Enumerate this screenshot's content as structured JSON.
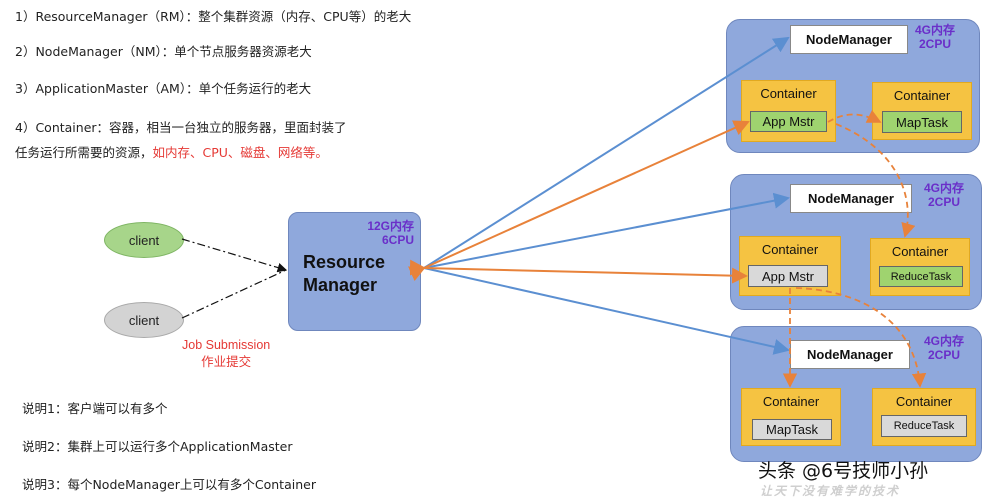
{
  "notes": {
    "n1": "1）ResourceManager（RM）：整个集群资源（内存、CPU等）的老大",
    "n2": "2）NodeManager（NM）：单个节点服务器资源老大",
    "n3": "3）ApplicationMaster（AM）：单个任务运行的老大",
    "n4_line1": "4）Container：容器，相当一台独立的服务器，里面封装了",
    "n4_line2a": "任务运行所需要的资源，",
    "n4_line2b": "如内存、CPU、磁盘、网络等。"
  },
  "explanations": {
    "e1": "说明1：客户端可以有多个",
    "e2": "说明2：集群上可以运行多个ApplicationMaster",
    "e3": "说明3：每个NodeManager上可以有多个Container"
  },
  "clients": [
    "client",
    "client"
  ],
  "job_submission": {
    "en": "Job Submission",
    "zh": "作业提交"
  },
  "resource_manager": {
    "spec_mem": "12G内存",
    "spec_cpu": "6CPU",
    "title_l1": "Resource",
    "title_l2": "Manager"
  },
  "node_managers": [
    {
      "label": "NodeManager",
      "spec_mem": "4G内存",
      "spec_cpu": "2CPU",
      "containers": [
        {
          "title": "Container",
          "task": "App Mstr"
        },
        {
          "title": "Container",
          "task": "MapTask"
        }
      ]
    },
    {
      "label": "NodeManager",
      "spec_mem": "4G内存",
      "spec_cpu": "2CPU",
      "containers": [
        {
          "title": "Container",
          "task": "App Mstr"
        },
        {
          "title": "Container",
          "task": "ReduceTask"
        }
      ]
    },
    {
      "label": "NodeManager",
      "spec_mem": "4G内存",
      "spec_cpu": "2CPU",
      "containers": [
        {
          "title": "Container",
          "task": "MapTask"
        },
        {
          "title": "Container",
          "task": "ReduceTask"
        }
      ]
    }
  ],
  "watermark": "头条 @6号技师小孙",
  "watermark_faint": "让天下没有难学的技术",
  "colors": {
    "node_fill": "#8fa8dc",
    "container_fill": "#f5c342",
    "task_green": "#9fd36f",
    "task_grey": "#d9d9d9",
    "spec_purple": "#6a2fc9",
    "arrow_blue": "#5b8fd1",
    "arrow_orange": "#e8823a",
    "highlight_red": "#e53935"
  }
}
